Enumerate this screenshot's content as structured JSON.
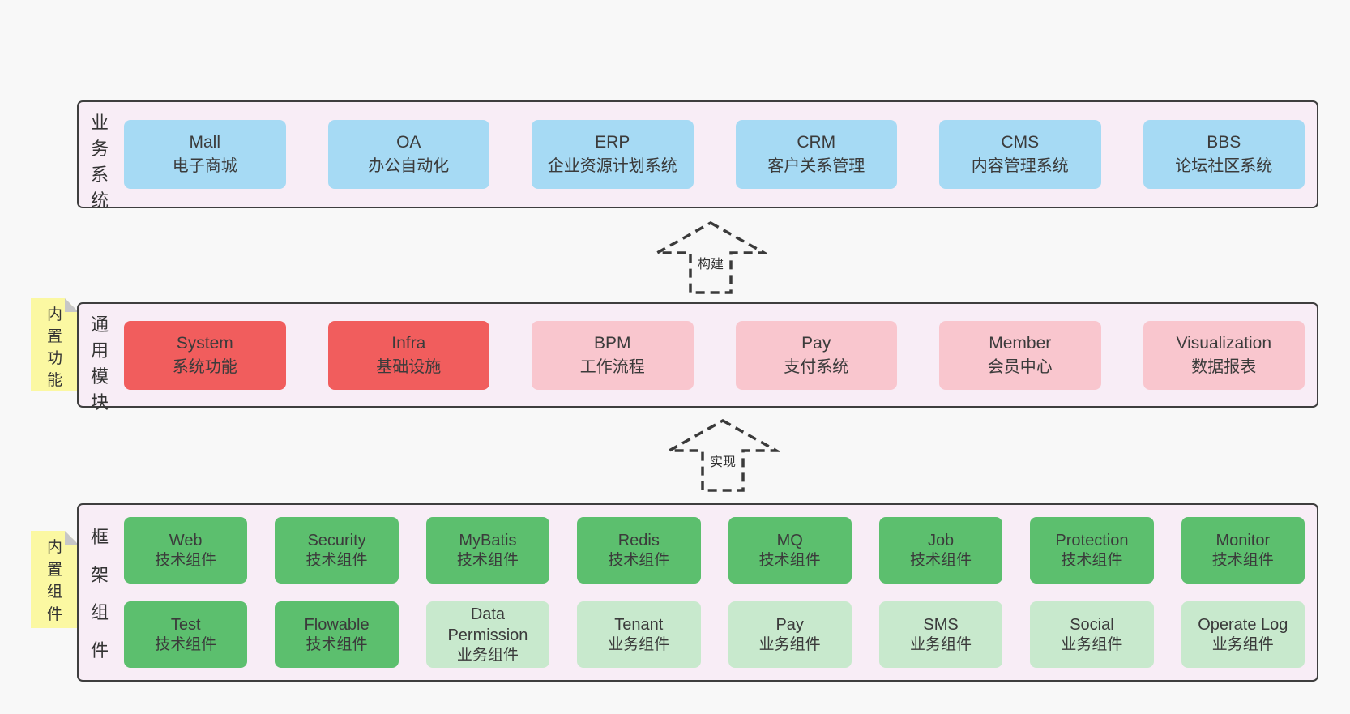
{
  "colors": {
    "page_bg": "#f8f8f8",
    "band_bg": "#f8edf6",
    "band_border": "#3e3e3e",
    "blue": "#a6daf4",
    "red": "#f15d5d",
    "pink": "#f9c6ce",
    "green": "#5cbf6e",
    "light_green": "#c8e9cd",
    "sticky_yellow": "#fbf8a2",
    "text": "#3b3b3b"
  },
  "business_band": {
    "label": "业务系统",
    "boxes": [
      {
        "name": "Mall",
        "sub": "电子商城",
        "color": "blue"
      },
      {
        "name": "OA",
        "sub": "办公自动化",
        "color": "blue"
      },
      {
        "name": "ERP",
        "sub": "企业资源计划系统",
        "color": "blue"
      },
      {
        "name": "CRM",
        "sub": "客户关系管理",
        "color": "blue"
      },
      {
        "name": "CMS",
        "sub": "内容管理系统",
        "color": "blue"
      },
      {
        "name": "BBS",
        "sub": "论坛社区系统",
        "color": "blue"
      }
    ]
  },
  "build_arrow": {
    "label": "构建"
  },
  "module_band": {
    "label": "通用模块",
    "sticky": "内置功能",
    "boxes": [
      {
        "name": "System",
        "sub": "系统功能",
        "color": "red"
      },
      {
        "name": "Infra",
        "sub": "基础设施",
        "color": "red"
      },
      {
        "name": "BPM",
        "sub": "工作流程",
        "color": "pink"
      },
      {
        "name": "Pay",
        "sub": "支付系统",
        "color": "pink"
      },
      {
        "name": "Member",
        "sub": "会员中心",
        "color": "pink"
      },
      {
        "name": "Visualization",
        "sub": "数据报表",
        "color": "pink"
      }
    ]
  },
  "implement_arrow": {
    "label": "实现"
  },
  "component_band": {
    "label": "框架组件",
    "sticky": "内置组件",
    "row1": [
      {
        "name": "Web",
        "sub": "技术组件",
        "color": "green"
      },
      {
        "name": "Security",
        "sub": "技术组件",
        "color": "green"
      },
      {
        "name": "MyBatis",
        "sub": "技术组件",
        "color": "green"
      },
      {
        "name": "Redis",
        "sub": "技术组件",
        "color": "green"
      },
      {
        "name": "MQ",
        "sub": "技术组件",
        "color": "green"
      },
      {
        "name": "Job",
        "sub": "技术组件",
        "color": "green"
      },
      {
        "name": "Protection",
        "sub": "技术组件",
        "color": "green"
      },
      {
        "name": "Monitor",
        "sub": "技术组件",
        "color": "green"
      }
    ],
    "row2": [
      {
        "name": "Test",
        "sub": "技术组件",
        "color": "green"
      },
      {
        "name": "Flowable",
        "sub": "技术组件",
        "color": "green"
      },
      {
        "name": "Data Permission",
        "sub": "业务组件",
        "color": "light_green"
      },
      {
        "name": "Tenant",
        "sub": "业务组件",
        "color": "light_green"
      },
      {
        "name": "Pay",
        "sub": "业务组件",
        "color": "light_green"
      },
      {
        "name": "SMS",
        "sub": "业务组件",
        "color": "light_green"
      },
      {
        "name": "Social",
        "sub": "业务组件",
        "color": "light_green"
      },
      {
        "name": "Operate Log",
        "sub": "业务组件",
        "color": "light_green"
      }
    ]
  }
}
